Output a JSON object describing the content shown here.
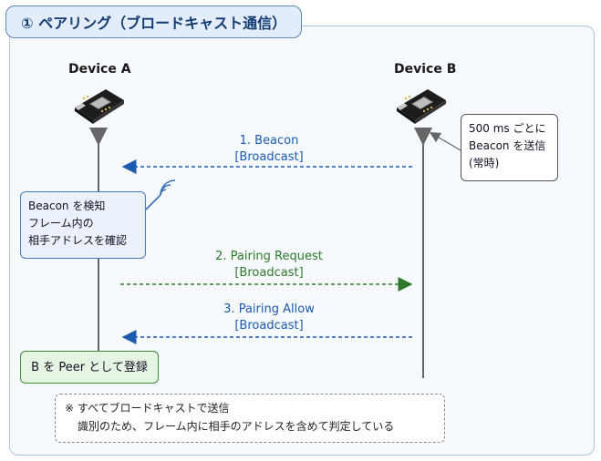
{
  "title": "① ペアリング（ブロードキャスト通信）",
  "device_a": {
    "label": "Device A"
  },
  "device_b": {
    "label": "Device B"
  },
  "box_a": {
    "line1": "Beacon を検知",
    "line2": "フレーム内の",
    "line3": "相手アドレスを確認"
  },
  "box_b": {
    "line1": "500 ms ごとに",
    "line2": "Beacon を送信",
    "line3": "(常時)"
  },
  "messages": [
    {
      "name": "1. Beacon",
      "sub": "[Broadcast]",
      "color": "#1c5bb0"
    },
    {
      "name": "2. Pairing Request",
      "sub": "[Broadcast]",
      "color": "#2e7a2a"
    },
    {
      "name": "3. Pairing Allow",
      "sub": "[Broadcast]",
      "color": "#1c5bb0"
    }
  ],
  "peer_box": {
    "label": "B を Peer として登録"
  },
  "note": {
    "line1": "※ すべてブロードキャストで送信",
    "line2": "識別のため、フレーム内に相手のアドレスを含めて判定している"
  },
  "icons": {
    "board": "microcontroller-board-icon",
    "signal": "wireless-signal-icon"
  },
  "colors": {
    "accent": "#1c5bb0",
    "green": "#2e7a2a",
    "frame": "#a9c4e4"
  }
}
